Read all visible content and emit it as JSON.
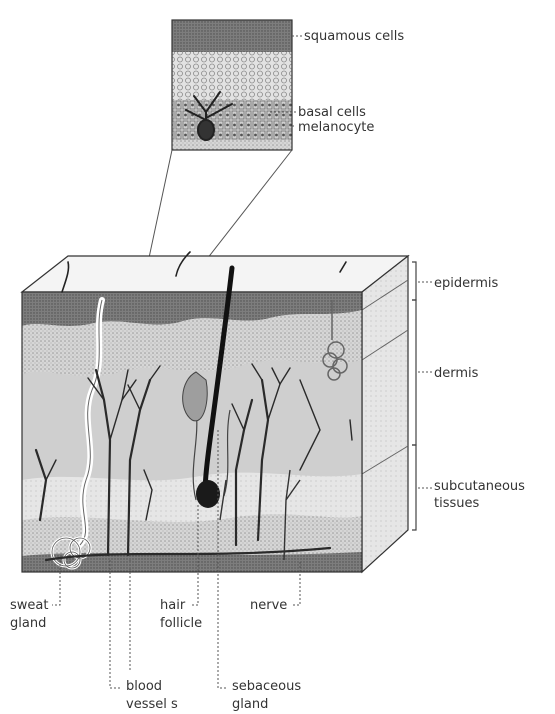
{
  "labels": {
    "squamous_cells": "squamous cells",
    "basal_cells": "basal cells",
    "melanocyte": "melanocyte",
    "epidermis": "epidermis",
    "dermis": "dermis",
    "subcutaneous_line1": "subcutaneous",
    "subcutaneous_line2": "tissues",
    "sweat_line1": "sweat",
    "sweat_line2": "gland",
    "hair_line1": "hair",
    "hair_line2": "follicle",
    "nerve": "nerve",
    "blood_line1": "blood",
    "blood_line2": "vessel s",
    "sebaceous_line1": "sebaceous",
    "sebaceous_line2": "gland"
  },
  "colors": {
    "epidermis_fill": "#8c8c8c",
    "dermis_fill": "#cfcfcf",
    "subcutaneous_fill": "#dcdcdc",
    "top_face": "#f4f4f4",
    "outline": "#333333"
  }
}
